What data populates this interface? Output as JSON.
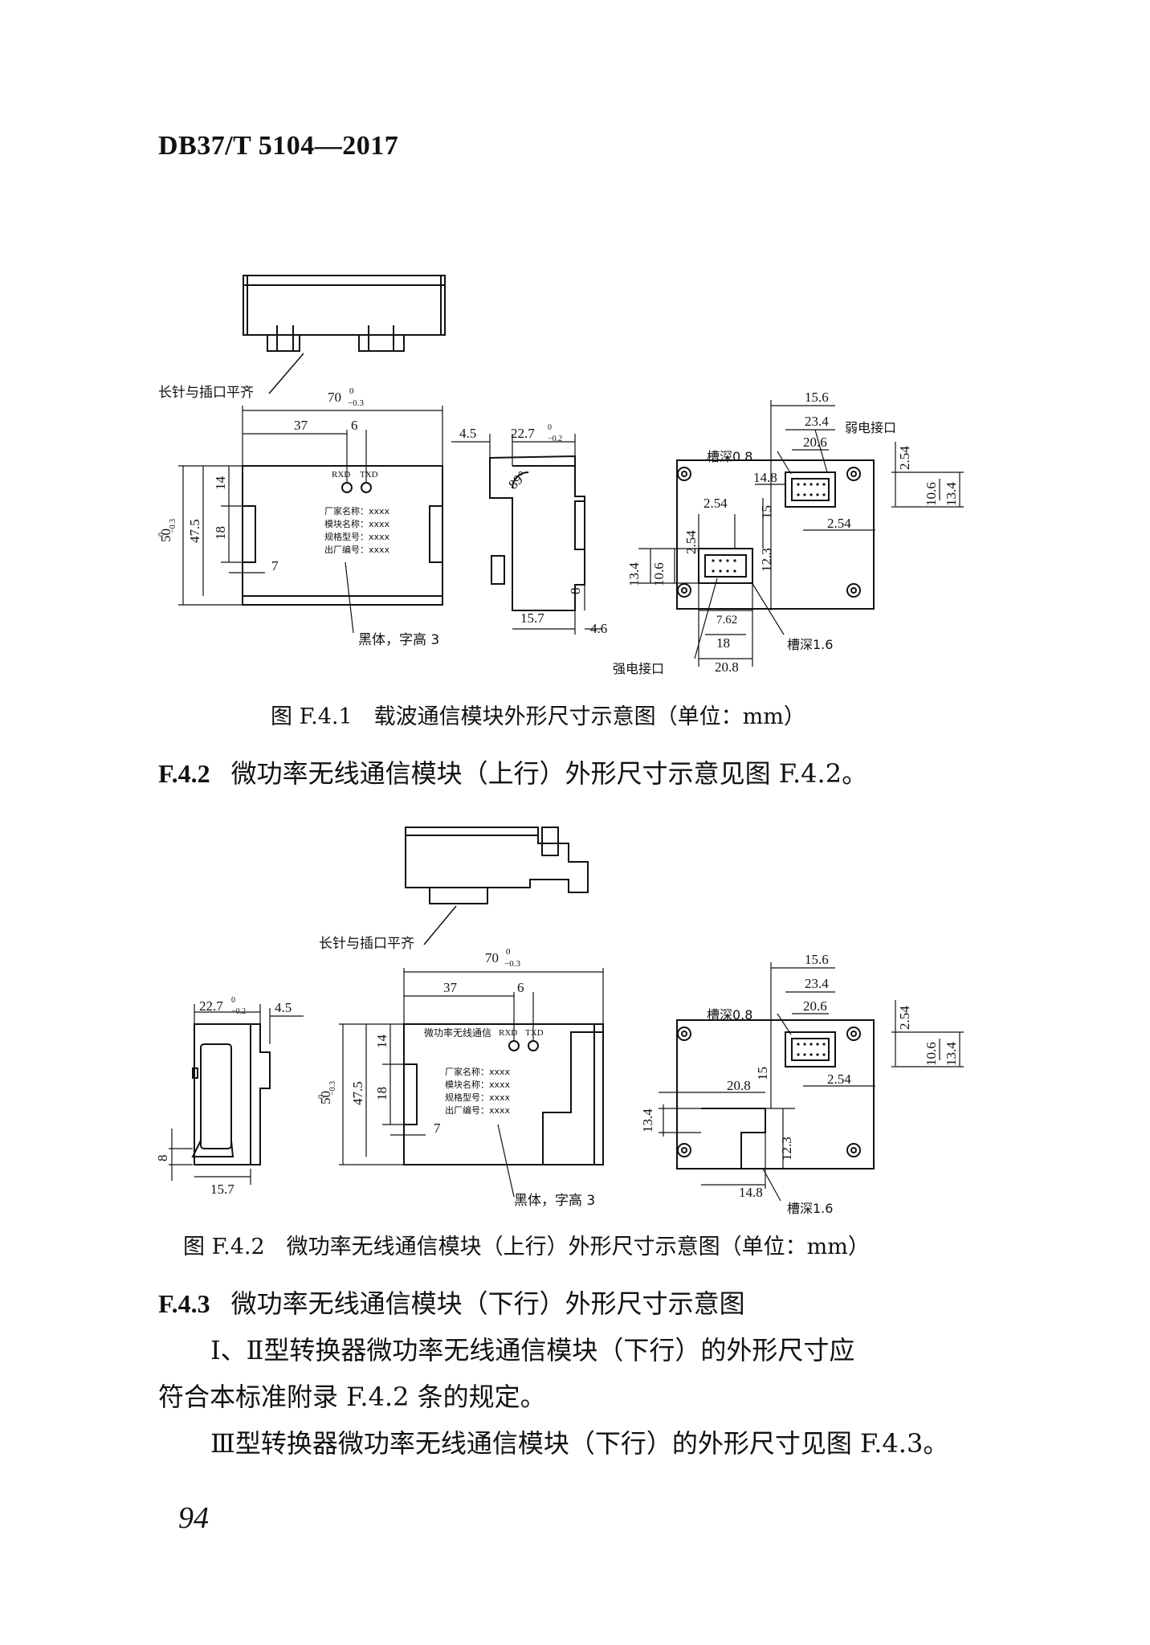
{
  "header": {
    "standard_code": "DB37/T 5104—2017"
  },
  "figure1": {
    "note_flush": "长针与插口平齐",
    "dims_top": [
      "70",
      "0",
      "−0.3",
      "37",
      "6",
      "4.5",
      "22.7",
      "0",
      "−0.2"
    ],
    "dims_left": [
      "50",
      "0",
      "−0.3",
      "47.5",
      "14",
      "18",
      "7"
    ],
    "dims_side": [
      "89°",
      "8",
      "15.7",
      "4.6"
    ],
    "leds": [
      "RXD",
      "TXD"
    ],
    "label_lines": [
      "厂家名称：xxxx",
      "模块名称：xxxx",
      "规格型号：xxxx",
      "出厂编号：xxxx"
    ],
    "font_note": "黑体，字高 3",
    "right_dims": [
      "15.6",
      "23.4",
      "20.6",
      "2.54",
      "10.6",
      "13.4",
      "14.8",
      "15",
      "2.54",
      "2.54",
      "2.54",
      "12.3",
      "13.4",
      "10.6",
      "7.62",
      "18",
      "20.8"
    ],
    "slot_top": "槽深0.8",
    "slot_bottom": "槽深1.6",
    "weak_port": "弱电接口",
    "strong_port": "强电接口",
    "caption": "图 F.4.1　载波通信模块外形尺寸示意图（单位：mm）"
  },
  "section_f42": {
    "number": "F.4.2",
    "text": "微功率无线通信模块（上行）外形尺寸示意见图 F.4.2。"
  },
  "figure2": {
    "note_flush": "长针与插口平齐",
    "dims_top": [
      "70",
      "0",
      "−0.3",
      "37",
      "6",
      "22.7",
      "0",
      "−0.2",
      "4.5"
    ],
    "dims_left": [
      "50",
      "0",
      "−0.3",
      "47.5",
      "14",
      "18",
      "7",
      "8",
      "15.7"
    ],
    "module_name": "微功率无线通信",
    "leds": [
      "RXD",
      "TXD"
    ],
    "label_lines": [
      "厂家名称：xxxx",
      "模块名称：xxxx",
      "规格型号：xxxx",
      "出厂编号：xxxx"
    ],
    "font_note": "黑体，字高 3",
    "right_dims": [
      "15.6",
      "23.4",
      "20.6",
      "2.54",
      "10.6",
      "13.4",
      "15",
      "2.54",
      "20.8",
      "13.4",
      "12.3",
      "14.8"
    ],
    "slot_top": "槽深0.8",
    "slot_bottom": "槽深1.6",
    "caption": "图 F.4.2　微功率无线通信模块（上行）外形尺寸示意图（单位：mm）"
  },
  "section_f43": {
    "number": "F.4.3",
    "text": "微功率无线通信模块（下行）外形尺寸示意图"
  },
  "paragraphs": [
    "Ⅰ、Ⅱ型转换器微功率无线通信模块（下行）的外形尺寸应",
    "符合本标准附录 F.4.2 条的规定。",
    "Ⅲ型转换器微功率无线通信模块（下行）的外形尺寸见图 F.4.3。"
  ],
  "page_number": "94"
}
